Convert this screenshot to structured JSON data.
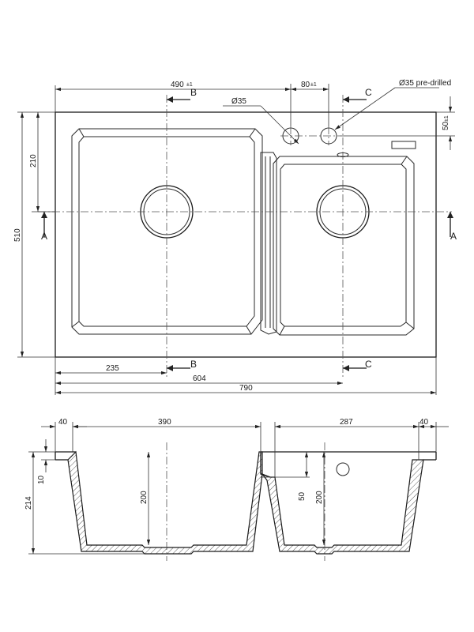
{
  "top_view": {
    "dim_490": "490",
    "dim_490_tol": "±1",
    "dim_80": "80",
    "dim_80_tol": "±1",
    "dim_dia35": "Ø35",
    "dim_dia35_predrilled": "Ø35 pre-drilled",
    "dim_50": "50",
    "dim_50_tol": "±1",
    "dim_210": "210",
    "dim_510": "510",
    "dim_235": "235",
    "dim_604": "604",
    "dim_790": "790",
    "section_a": "A",
    "section_b": "B",
    "section_c": "C"
  },
  "section_view": {
    "dim_40_left": "40",
    "dim_390": "390",
    "dim_287": "287",
    "dim_40_right": "40",
    "dim_10": "10",
    "dim_214": "214",
    "dim_200_left": "200",
    "dim_50": "50",
    "dim_200_right": "200"
  }
}
